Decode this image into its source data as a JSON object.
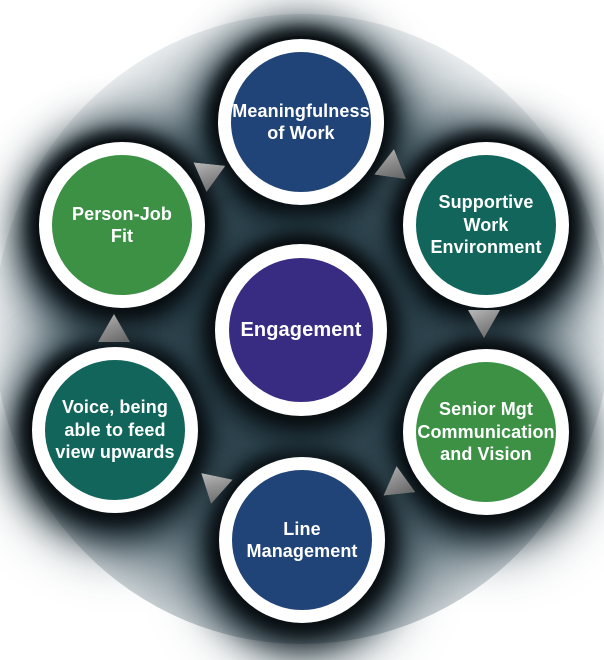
{
  "diagram": {
    "type": "cycle",
    "center": {
      "label": "Engagement",
      "color": "#382B82"
    },
    "nodes": [
      {
        "label": "Meaningfulness\nof Work",
        "color": "#214478",
        "position": "top"
      },
      {
        "label": "Supportive\nWork\nEnvironment",
        "color": "#11655B",
        "position": "top-right"
      },
      {
        "label": "Senior Mgt\nCommunication\nand Vision",
        "color": "#3C9145",
        "position": "bottom-right"
      },
      {
        "label": "Line\nManagement",
        "color": "#214478",
        "position": "bottom"
      },
      {
        "label": "Voice, being\nable to feed\nview upwards",
        "color": "#11655B",
        "position": "bottom-left"
      },
      {
        "label": "Person-Job\nFit",
        "color": "#3C9145",
        "position": "top-left"
      }
    ],
    "arrows": [
      {
        "position": "top-left",
        "direction": "down"
      },
      {
        "position": "top-right",
        "direction": "up"
      },
      {
        "position": "right",
        "direction": "down"
      },
      {
        "position": "bottom-right",
        "direction": "up"
      },
      {
        "position": "bottom-left",
        "direction": "down"
      },
      {
        "position": "left",
        "direction": "up"
      }
    ],
    "colors": {
      "navy": "#214478",
      "teal": "#11655B",
      "green": "#3C9145",
      "purple": "#382B82",
      "ring": "#FFFFFF",
      "background": "#FFFFFF",
      "arrow": "#8F8F8F",
      "shadow": "#0A1014",
      "haze": "#4C6670",
      "text": "#FFFFFF"
    }
  }
}
